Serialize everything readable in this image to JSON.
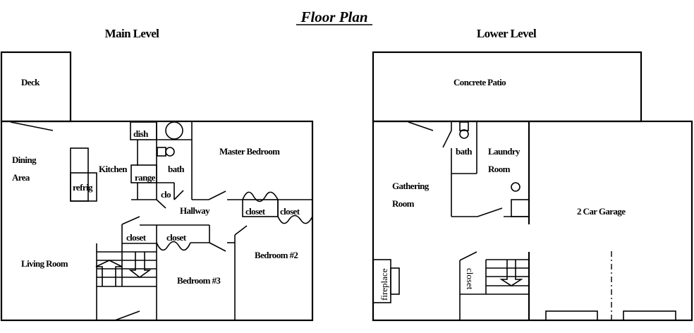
{
  "title": "Floor Plan",
  "main_level": {
    "heading": "Main Level",
    "rooms": {
      "deck": "Deck",
      "dining_1": "Dining",
      "dining_2": "Area",
      "kitchen": "Kitchen",
      "refrig": "refrig",
      "dish": "dish",
      "range": "range",
      "bath": "bath",
      "clo": "clo",
      "master_bedroom": "Master Bedroom",
      "hallway": "Hallway",
      "master_closet_1": "closet",
      "master_closet_2": "closet",
      "stair_closet": "closet",
      "bed3_closet": "closet",
      "living_room": "Living Room",
      "bedroom_3": "Bedroom #3",
      "bedroom_2": "Bedroom #2"
    }
  },
  "lower_level": {
    "heading": "Lower Level",
    "rooms": {
      "patio": "Concrete Patio",
      "bath": "bath",
      "laundry_1": "Laundry",
      "laundry_2": "Room",
      "gathering_1": "Gathering",
      "gathering_2": "Room",
      "garage": "2  Car Garage",
      "fireplace": "fireplace",
      "closet": "closet"
    }
  }
}
